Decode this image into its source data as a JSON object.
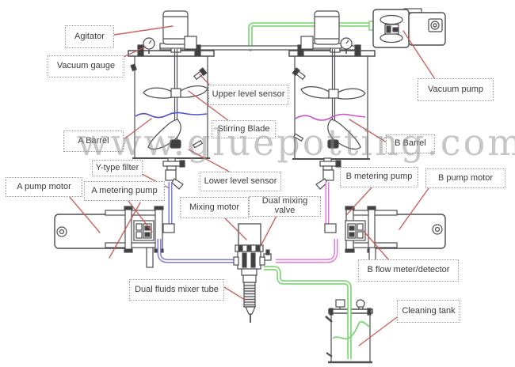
{
  "watermark": {
    "text": "www.gluepotting.com"
  },
  "labels": [
    {
      "id": "agitator",
      "text": "Agitator"
    },
    {
      "id": "vacuum-gauge",
      "text": "Vacuum gauge"
    },
    {
      "id": "upper-level-sensor",
      "text": "Upper level sensor"
    },
    {
      "id": "stirring-blade",
      "text": "Stirring Blade"
    },
    {
      "id": "a-barrel",
      "text": "A Barrel"
    },
    {
      "id": "b-barrel",
      "text": "B Barrel"
    },
    {
      "id": "y-type-filter",
      "text": "Y-type filter"
    },
    {
      "id": "lower-level-sensor",
      "text": "Lower level sensor"
    },
    {
      "id": "a-pump-motor",
      "text": "A pump motor"
    },
    {
      "id": "a-metering-pump",
      "text": "A metering pump"
    },
    {
      "id": "mixing-motor",
      "text": "Mixing motor"
    },
    {
      "id": "dual-mixing-valve",
      "text": "Dual mixing valve"
    },
    {
      "id": "b-metering-pump",
      "text": "B metering pump"
    },
    {
      "id": "b-pump-motor",
      "text": "B pump motor"
    },
    {
      "id": "vacuum-pump",
      "text": "Vacuum pump"
    },
    {
      "id": "b-flow-meter",
      "text": "B flow meter/detector"
    },
    {
      "id": "dual-fluids-mixer-tube",
      "text": "Dual fluids mixer tube"
    },
    {
      "id": "cleaning-tank",
      "text": "Cleaning tank"
    }
  ],
  "colors": {
    "line_art": "#4d4d52",
    "fluid_a_tube": "#7e7ed6",
    "fluid_b_tube": "#e47ae2",
    "vacuum_tube": "#7cd672",
    "liquid_a": "#5252cc",
    "liquid_b": "#cc52cc",
    "leader_line": "#c4544e",
    "label_border": "#9a9a9a",
    "label_text": "#3b3b3b",
    "watermark": "#8f8f8f"
  }
}
